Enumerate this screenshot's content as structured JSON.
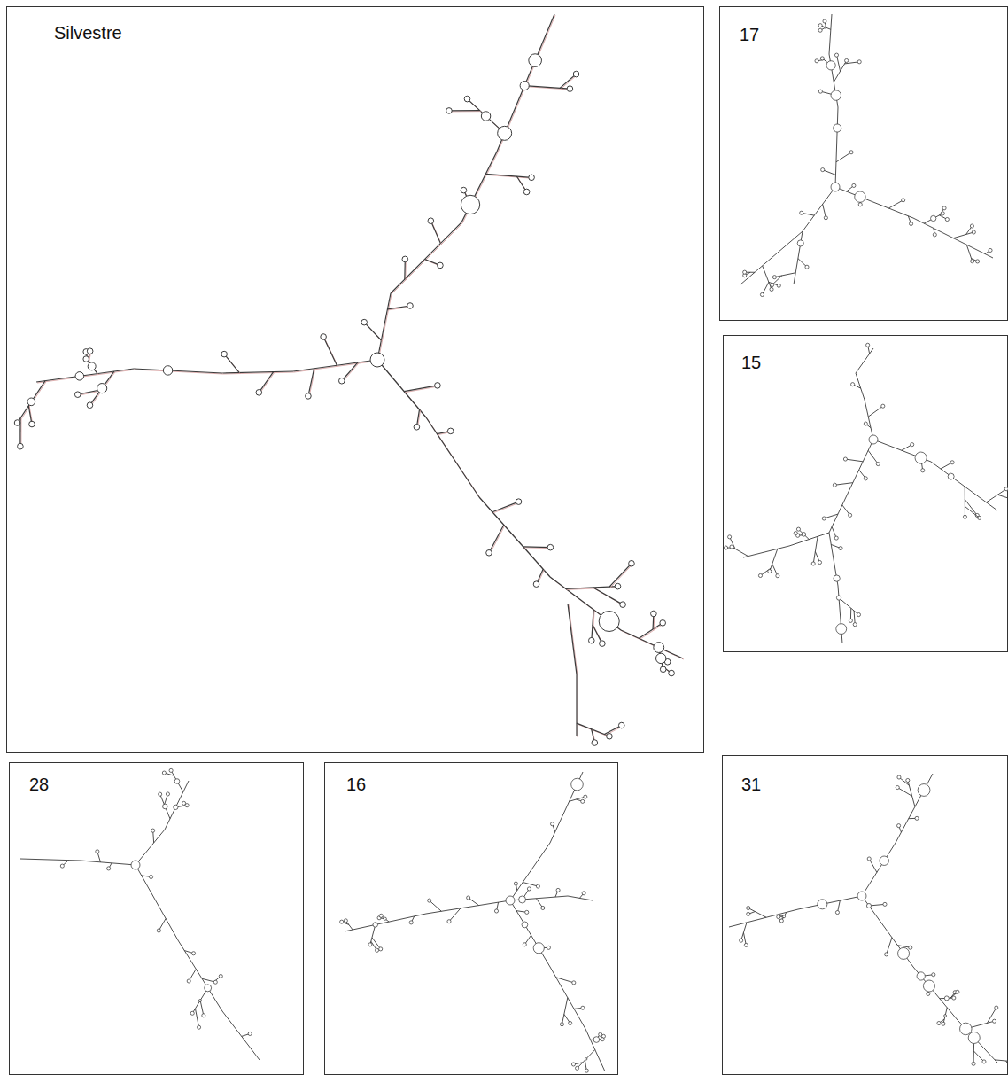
{
  "diagram": {
    "nodes": [
      {
        "text": [
          "Silvestre"
        ]
      },
      {
        "text": [
          "17"
        ]
      },
      {
        "text": [
          "15"
        ]
      },
      {
        "text": [
          "28"
        ]
      },
      {
        "text": [
          "16"
        ]
      },
      {
        "text": [
          "31"
        ]
      }
    ]
  }
}
